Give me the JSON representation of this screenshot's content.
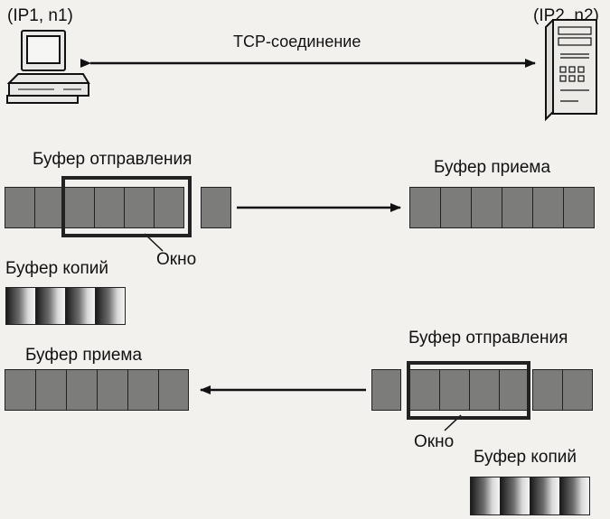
{
  "host_left": {
    "label": "(IP1, n1)",
    "icon": "desktop-computer-icon"
  },
  "host_right": {
    "label": "(IP2, n2)",
    "icon": "server-tower-icon"
  },
  "connection": {
    "label": "TCP-соединение"
  },
  "top": {
    "send_label": "Буфер отправления",
    "recv_label": "Буфер приема",
    "window_label": "Окно",
    "copy_label": "Буфер копий"
  },
  "bottom": {
    "send_label": "Буфер отправления",
    "recv_label": "Буфер приема",
    "window_label": "Окно",
    "copy_label": "Буфер копий"
  }
}
